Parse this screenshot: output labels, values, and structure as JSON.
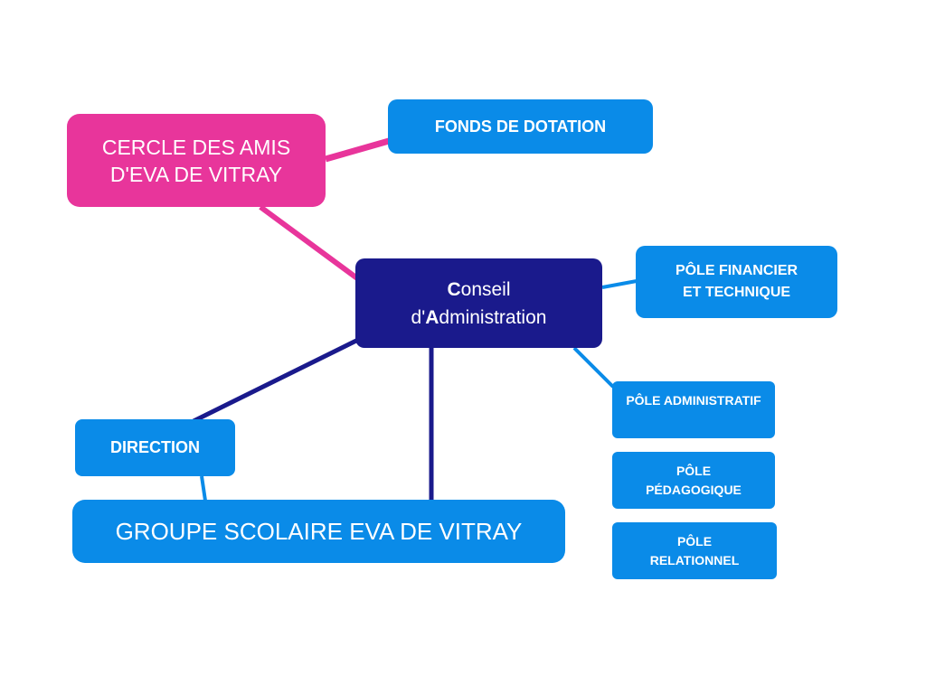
{
  "colors": {
    "blue": "#0a8be8",
    "pink": "#e8359b",
    "navy": "#1a1a8c"
  },
  "nodes": {
    "cercle": {
      "line1": "CERCLE DES AMIS",
      "line2": "D'EVA DE VITRAY"
    },
    "fonds": {
      "label": "FONDS DE DOTATION"
    },
    "conseil": {
      "line1_initial": "C",
      "line1_rest": "onseil",
      "line2_prefix": "d'",
      "line2_initial": "A",
      "line2_rest": "dministration"
    },
    "pole_financier": {
      "line1": "PÔLE FINANCIER",
      "line2": "ET TECHNIQUE"
    },
    "pole_administratif": {
      "label": "PÔLE ADMINISTRATIF"
    },
    "pole_pedagogique": {
      "line1": "PÔLE",
      "line2": "PÉDAGOGIQUE"
    },
    "pole_relationnel": {
      "line1": "PÔLE",
      "line2": "RELATIONNEL"
    },
    "direction": {
      "label": "DIRECTION"
    },
    "groupe": {
      "label": "GROUPE SCOLAIRE EVA DE VITRAY"
    }
  }
}
